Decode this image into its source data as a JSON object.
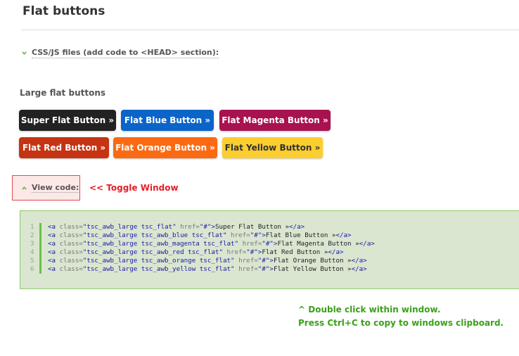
{
  "page": {
    "title": "Flat buttons",
    "css_toggle_label": "CSS/JS files (add code to <HEAD> section):",
    "section_heading": "Large flat buttons"
  },
  "buttons": [
    {
      "label": "Super Flat Button »",
      "bg": "#222222",
      "fg": "#ffffff"
    },
    {
      "label": "Flat Blue Button »",
      "bg": "#0a64c9",
      "fg": "#ffffff"
    },
    {
      "label": "Flat Magenta Button »",
      "bg": "#a8124f",
      "fg": "#ffffff"
    },
    {
      "label": "Flat Red Button »",
      "bg": "#c63312",
      "fg": "#ffffff"
    },
    {
      "label": "Flat Orange Button »",
      "bg": "#fb6a12",
      "fg": "#ffffff"
    },
    {
      "label": "Flat Yellow Button »",
      "bg": "#fccd2e",
      "fg": "#333333"
    }
  ],
  "view_code": {
    "label": "View code:",
    "toggle_hint": "<< Toggle Window"
  },
  "code": {
    "lines": [
      {
        "num": "1",
        "cls": "tsc_awb_large tsc_flat",
        "text": "Super Flat Button »"
      },
      {
        "num": "2",
        "cls": "tsc_awb_large tsc_awb_blue tsc_flat",
        "text": "Flat Blue Button »"
      },
      {
        "num": "3",
        "cls": "tsc_awb_large tsc_awb_magenta tsc_flat",
        "text": "Flat Magenta Button »"
      },
      {
        "num": "4",
        "cls": "tsc_awb_large tsc_awb_red tsc_flat",
        "text": "Flat Red Button »"
      },
      {
        "num": "5",
        "cls": "tsc_awb_large tsc_awb_orange tsc_flat",
        "text": "Flat Orange Button »"
      },
      {
        "num": "6",
        "cls": "tsc_awb_large tsc_awb_yellow tsc_flat",
        "text": "Flat Yellow Button »"
      }
    ]
  },
  "tips": {
    "line1": "^ Double click within window.",
    "line2": "Press Ctrl+C to copy to windows clipboard."
  },
  "colors": {
    "accent_green": "#3aa01a",
    "hint_red": "#e41e26",
    "code_bg": "#dae6d0"
  }
}
